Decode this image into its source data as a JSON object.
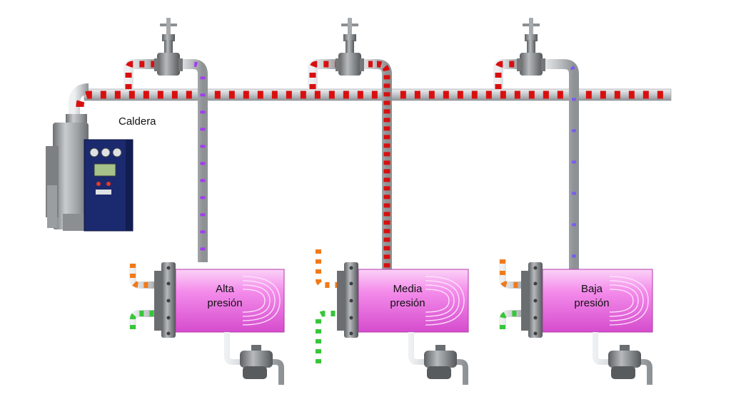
{
  "labels": {
    "boiler": "Caldera",
    "exchangers": [
      {
        "line1": "Alta",
        "line2": "presión"
      },
      {
        "line1": "Media",
        "line2": "presión"
      },
      {
        "line1": "Baja",
        "line2": "presión"
      }
    ]
  },
  "colors": {
    "pipe": "#c6c9cc",
    "pipe_edge": "#8f9396",
    "steam_dash": "#d90f0f",
    "condensate_dash": "#a23cf0",
    "hot_inlet_dash": "#f07a1a",
    "cold_inlet_dash": "#37c63a",
    "exchanger_body": "#f07ce8",
    "boiler_panel": "#1b2a6e",
    "metal": "#8c8f92"
  },
  "icons": [
    "boiler-icon",
    "valve-icon",
    "steam-trap-icon",
    "flange-icon",
    "gauge-icon"
  ]
}
